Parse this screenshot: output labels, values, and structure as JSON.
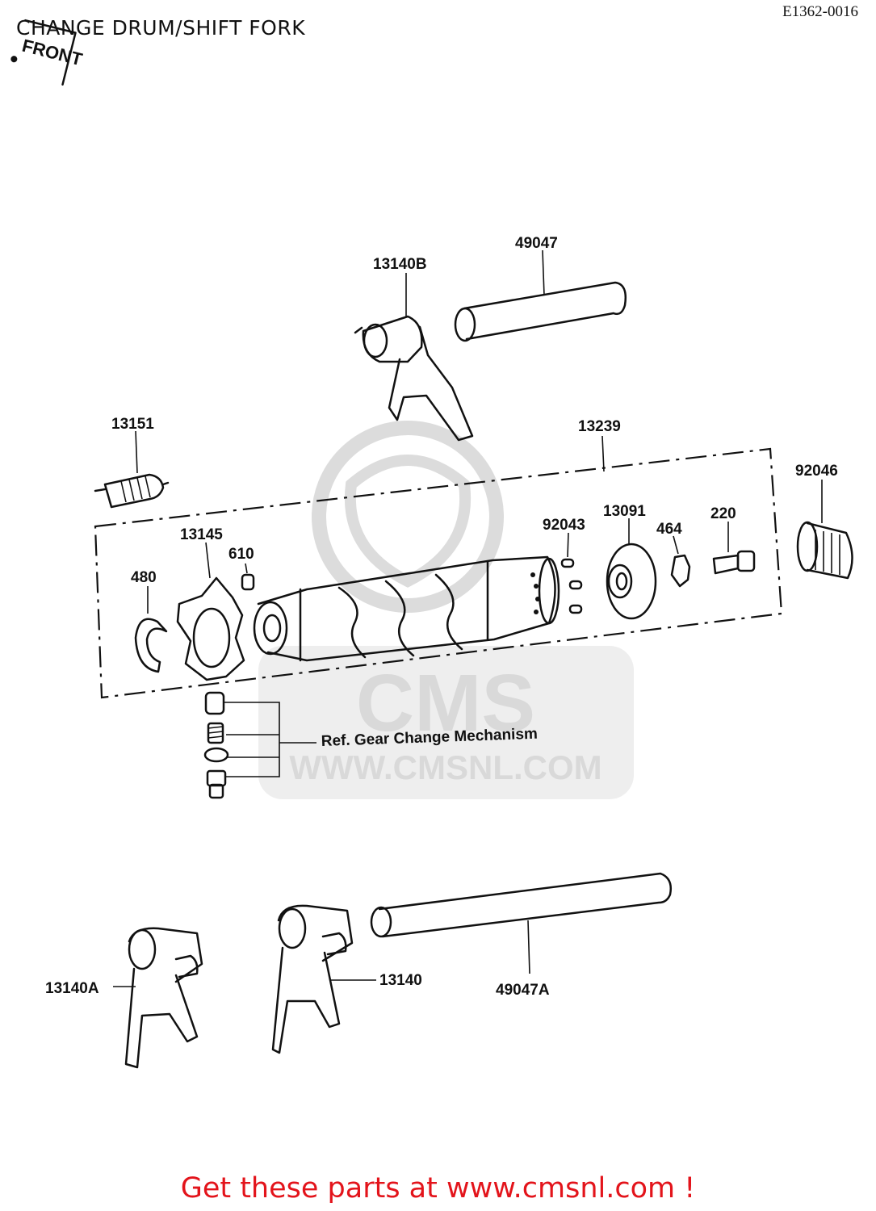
{
  "header": {
    "title": "CHANGE DRUM/SHIFT FORK",
    "diagram_code": "E1362-0016",
    "front_label": "FRONT"
  },
  "parts": {
    "p13140B": "13140B",
    "p49047": "49047",
    "p13151": "13151",
    "p13239": "13239",
    "p92046": "92046",
    "p13145": "13145",
    "p610": "610",
    "p480": "480",
    "p92043": "92043",
    "p13091": "13091",
    "p464": "464",
    "p220": "220",
    "p13140A": "13140A",
    "p13140": "13140",
    "p49047A": "49047A"
  },
  "reference_note": "Ref. Gear Change Mechanism",
  "watermark": {
    "brand": "CMS",
    "url": "WWW.CMSNL.COM"
  },
  "footer": {
    "link_text": "Get these parts at www.cmsnl.com !",
    "link_color": "#e3141b"
  }
}
